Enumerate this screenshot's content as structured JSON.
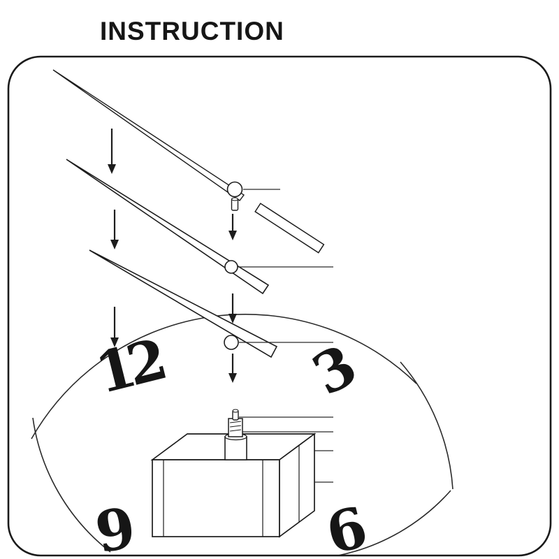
{
  "header": {
    "title": "INSTRUCTION"
  },
  "dial": {
    "numerals": {
      "twelve": "12",
      "three": "3",
      "nine": "9",
      "six": "6"
    }
  },
  "colors": {
    "line": "#1d1d1d",
    "background": "#ffffff"
  }
}
